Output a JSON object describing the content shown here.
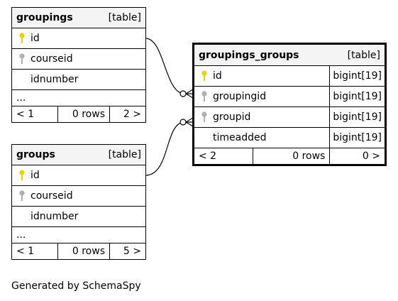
{
  "tables": {
    "groupings": {
      "name": "groupings",
      "kind": "[table]",
      "columns": [
        {
          "name": "id",
          "key": "primary"
        },
        {
          "name": "courseid",
          "key": "foreign"
        },
        {
          "name": "idnumber",
          "key": "none"
        }
      ],
      "ellipsis": "...",
      "footer": {
        "parents": "< 1",
        "rows": "0 rows",
        "children": "2 >"
      }
    },
    "groups": {
      "name": "groups",
      "kind": "[table]",
      "columns": [
        {
          "name": "id",
          "key": "primary"
        },
        {
          "name": "courseid",
          "key": "foreign"
        },
        {
          "name": "idnumber",
          "key": "none"
        }
      ],
      "ellipsis": "...",
      "footer": {
        "parents": "< 1",
        "rows": "0 rows",
        "children": "5 >"
      }
    },
    "groupings_groups": {
      "name": "groupings_groups",
      "kind": "[table]",
      "columns": [
        {
          "name": "id",
          "key": "primary",
          "type": "bigint[19]"
        },
        {
          "name": "groupingid",
          "key": "foreign",
          "type": "bigint[19]"
        },
        {
          "name": "groupid",
          "key": "foreign",
          "type": "bigint[19]"
        },
        {
          "name": "timeadded",
          "key": "none",
          "type": "bigint[19]"
        }
      ],
      "footer": {
        "parents": "< 2",
        "rows": "0 rows",
        "children": "0 >"
      }
    }
  },
  "footer_text": "Generated by SchemaSpy",
  "colors": {
    "primary_key": "#e6d600",
    "foreign_key": "#b0b0b0",
    "header_bg": "#f4f4f4"
  }
}
